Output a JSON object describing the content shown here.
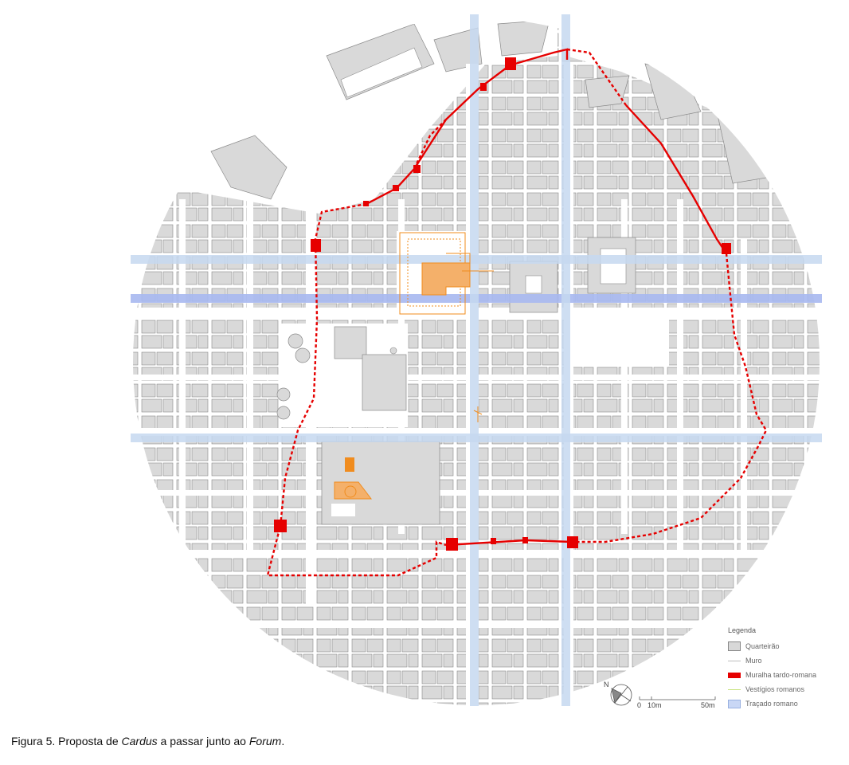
{
  "colors": {
    "block_fill": "#d9d9d9",
    "block_stroke": "#8a8a8a",
    "wall": "#e60000",
    "roman_remains": "#f08c1e",
    "roman_trace_light": "#c6d8f0",
    "roman_trace_dark": "#a7b8ef"
  },
  "legend": {
    "title": "Legenda",
    "items": [
      {
        "label": "Quarteirão",
        "symbol": "block"
      },
      {
        "label": "Muro",
        "symbol": "line"
      },
      {
        "label": "Muralha tardo-romana",
        "symbol": "wall"
      },
      {
        "label": "Vestígios romanos",
        "symbol": "remains"
      },
      {
        "label": "Traçado romano",
        "symbol": "trace"
      }
    ]
  },
  "north_arrow": {
    "label": "N"
  },
  "scale_bar": {
    "labels": [
      "0",
      "10m",
      "50m"
    ]
  },
  "caption": {
    "prefix": "Figura 5. Proposta de ",
    "term1": "Cardus",
    "middle": " a passar junto ao ",
    "term2": "Forum",
    "suffix": "."
  }
}
